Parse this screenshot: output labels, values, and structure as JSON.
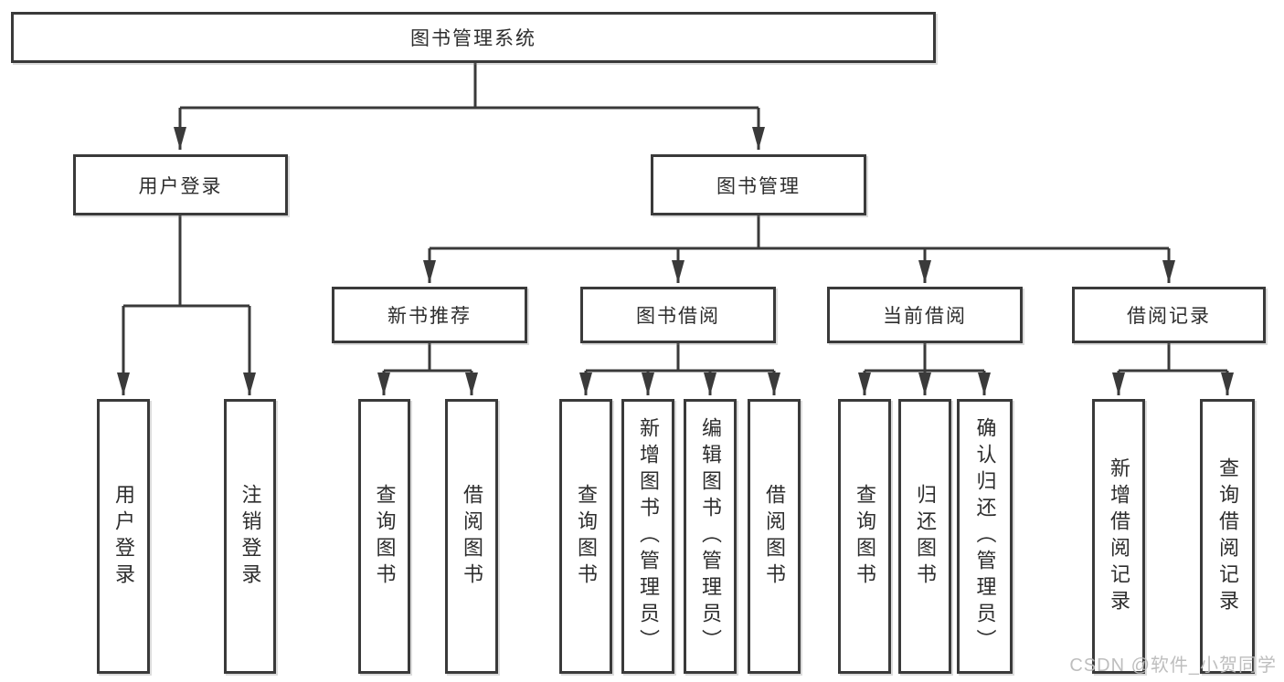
{
  "diagram": {
    "type": "tree",
    "nodes": {
      "root": "图书管理系统",
      "userLogin": "用户登录",
      "bookMgmt": "图书管理",
      "newBookRec": "新书推荐",
      "bookBorrow": "图书借阅",
      "currentBorrow": "当前借阅",
      "borrowRecords": "借阅记录",
      "leafUserLogin": "用户登录",
      "leafLogout": "注销登录",
      "recQueryBooks": "查询图书",
      "recBorrowBooks": "借阅图书",
      "bbQueryBooks": "查询图书",
      "bbAddBooks": "新增图书（管理员）",
      "bbEditBooks": "编辑图书（管理员）",
      "bbBorrowBooks": "借阅图书",
      "cbQueryBooks": "查询图书",
      "cbReturnBooks": "归还图书",
      "cbConfirmReturn": "确认归还（管理员）",
      "brAddRecord": "新增借阅记录",
      "brQueryRecord": "查询借阅记录"
    },
    "edges": [
      [
        "root",
        "userLogin"
      ],
      [
        "root",
        "bookMgmt"
      ],
      [
        "userLogin",
        "leafUserLogin"
      ],
      [
        "userLogin",
        "leafLogout"
      ],
      [
        "bookMgmt",
        "newBookRec"
      ],
      [
        "bookMgmt",
        "bookBorrow"
      ],
      [
        "bookMgmt",
        "currentBorrow"
      ],
      [
        "bookMgmt",
        "borrowRecords"
      ],
      [
        "newBookRec",
        "recQueryBooks"
      ],
      [
        "newBookRec",
        "recBorrowBooks"
      ],
      [
        "bookBorrow",
        "bbQueryBooks"
      ],
      [
        "bookBorrow",
        "bbAddBooks"
      ],
      [
        "bookBorrow",
        "bbEditBooks"
      ],
      [
        "bookBorrow",
        "bbBorrowBooks"
      ],
      [
        "currentBorrow",
        "cbQueryBooks"
      ],
      [
        "currentBorrow",
        "cbReturnBooks"
      ],
      [
        "currentBorrow",
        "cbConfirmReturn"
      ],
      [
        "borrowRecords",
        "brAddRecord"
      ],
      [
        "borrowRecords",
        "brQueryRecord"
      ]
    ],
    "line_color": "#3a3a3a",
    "text_color": "#2d2d2d"
  },
  "watermark": "CSDN @软件_小贺同学"
}
